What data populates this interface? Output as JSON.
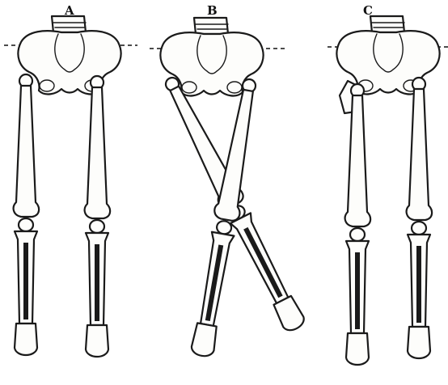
{
  "panels": [
    {
      "id": "a",
      "label": "A"
    },
    {
      "id": "b",
      "label": "B"
    },
    {
      "id": "c",
      "label": "C"
    }
  ],
  "colors": {
    "ink": "#1a1a1a",
    "paper": "#ffffff"
  }
}
